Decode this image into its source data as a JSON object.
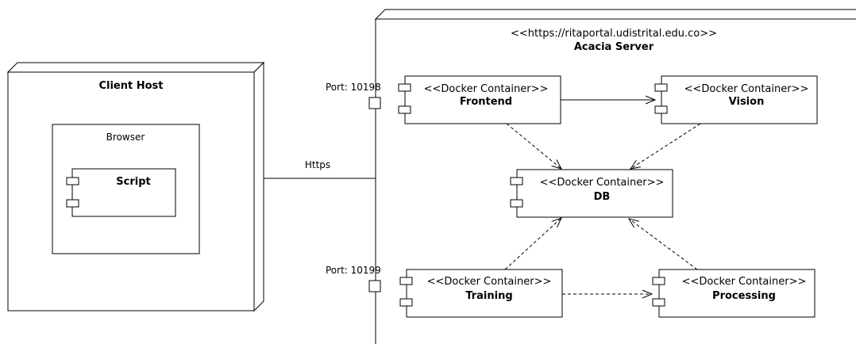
{
  "client_host": {
    "title": "Client Host",
    "browser": {
      "label": "Browser",
      "script": {
        "name": "Script"
      }
    }
  },
  "link": {
    "label": "Https"
  },
  "server": {
    "stereotype": "<<https://ritaportal.udistrital.edu.co>>",
    "title": "Acacia Server",
    "ports": [
      {
        "label": "Port: 10198"
      },
      {
        "label": "Port: 10199"
      }
    ],
    "components": {
      "frontend": {
        "stereotype": "<<Docker Container>>",
        "name": "Frontend"
      },
      "vision": {
        "stereotype": "<<Docker Container>>",
        "name": "Vision"
      },
      "db": {
        "stereotype": "<<Docker Container>>",
        "name": "DB"
      },
      "training": {
        "stereotype": "<<Docker Container>>",
        "name": "Training"
      },
      "processing": {
        "stereotype": "<<Docker Container>>",
        "name": "Processing"
      }
    }
  }
}
